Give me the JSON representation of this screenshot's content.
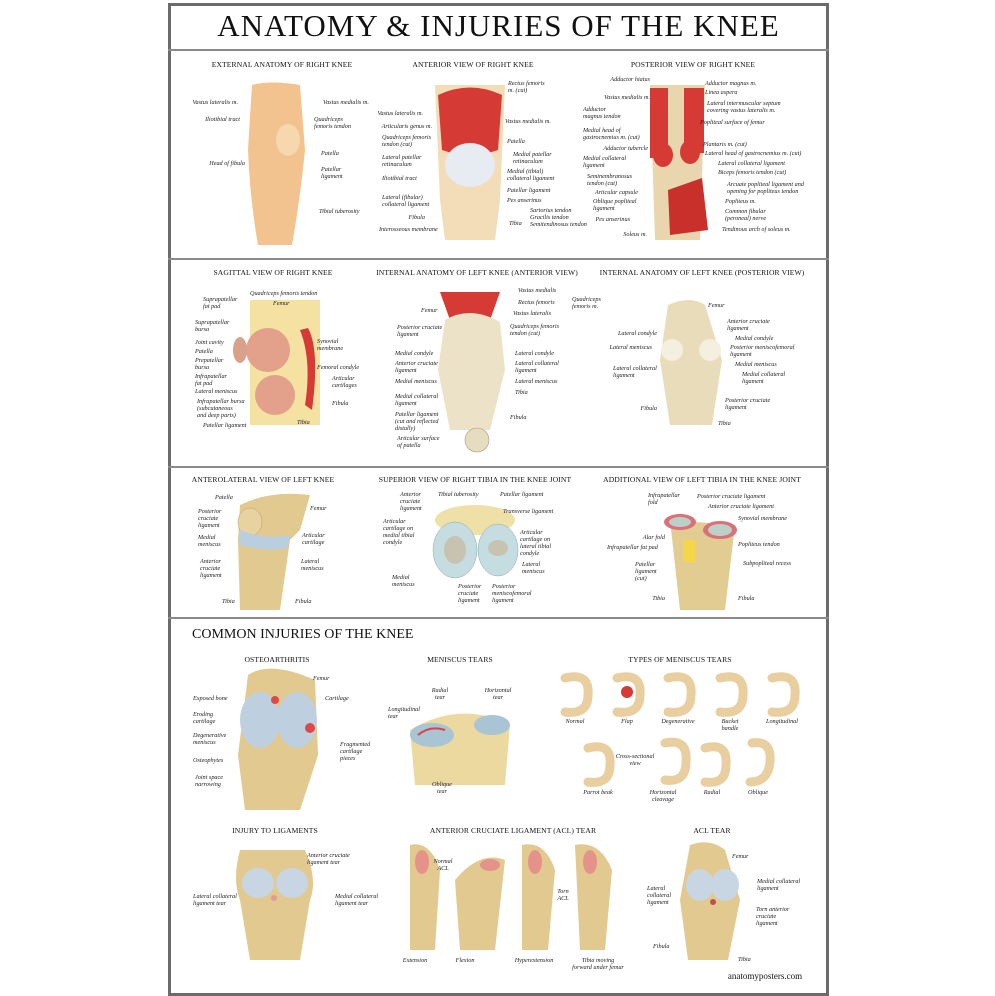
{
  "title": "ANATOMY & INJURIES OF THE KNEE",
  "section_title": "COMMON INJURIES OF THE KNEE",
  "website": "anatomyposters.com",
  "colors": {
    "bone": "#e8d3a0",
    "muscle": "#d63a35",
    "cartilage": "#c9dbe3",
    "skin": "#f2c38e",
    "frame": "#6b6b6b"
  },
  "panels": {
    "external": {
      "title": "EXTERNAL ANATOMY OF RIGHT KNEE",
      "labels": [
        "Vastus lateralis m.",
        "Iliotibial tract",
        "Head of fibula",
        "Vastus medialis m.",
        "Quadriceps\nfemoris tendon",
        "Patella",
        "Patellar\nligament",
        "Tibial tuberosity"
      ]
    },
    "anterior": {
      "title": "ANTERIOR  VIEW OF RIGHT KNEE",
      "labels": [
        "Vastus lateralis m.",
        "Articularis genus m.",
        "Quadriceps femoris\ntendon (cut)",
        "Lateral patellar\nretinaculum",
        "Iliotibial tract",
        "Lateral (fibular)\ncollateral ligament",
        "Fibula",
        "Interosseous membrane",
        "Rectus femoris\nm. (cut)",
        "Vastus medialis m.",
        "Patella",
        "Medial patellar\nretinaculum",
        "Medial (tibial)\ncollateral ligament",
        "Patellar ligament",
        "Pes anserinus",
        "Sartorius tendon\nGracilis tendon\nSemitendinosus tendon",
        "Tibia"
      ]
    },
    "posterior": {
      "title": "POSTERIOR VIEW OF RIGHT KNEE",
      "labels": [
        "Adductor hiatus",
        "Vastus medialis m.",
        "Adductor\nmagnus tendon",
        "Medial head of\ngastrocnemius m. (cut)",
        "Adductor tubercle",
        "Medial collateral\nligament",
        "Seminembranosus\ntendon (cut)",
        "Articular capsule",
        "Oblique popliteal\nligament",
        "Pes anserinus",
        "Soleus m.",
        "Adductor magnus m.",
        "Linea aspera",
        "Lateral intermuscular septum\ncovering vastus lateralis m.",
        "Popliteal surface of femur",
        "Plantaris m. (cut)",
        "Lateral head of gastrocnemius m. (cut)",
        "Lateral  collateral ligament",
        "Biceps femoris tendon (cut)",
        "Arcuate popliteal ligament and\nopening for popliteus tendon",
        "Popliteus m.",
        "Common fibular\n(peroneal) nerve",
        "Tendinous arch of soleus m."
      ]
    },
    "sagittal": {
      "title": "SAGITTAL VIEW OF RIGHT KNEE",
      "labels": [
        "Suprapatellar\nfat pad",
        "Suprapatellar\nbursa",
        "Joint cavity",
        "Patella",
        "Prepatellar\nbursa",
        "Infrapatellar\nfat pad",
        "Lateral meniscus",
        "Infrapatellar bursa\n(subcutaneous\n and deep parts)",
        "Patellar ligament",
        "Quadriceps femoris tendon",
        "Femur",
        "Synovial\nmembrane",
        "Femoral condyle",
        "Articular\ncartilages",
        "Fibula",
        "Tibia"
      ]
    },
    "internal_anterior": {
      "title": "INTERNAL ANATOMY OF LEFT KNEE (ANTERIOR VIEW)",
      "labels": [
        "Vastus medialis",
        "Rectus femoris",
        "Vastus lateralis",
        "Quadriceps\nfemoris m.",
        "Quadriceps femoris\ntendon (cut)",
        "Lateral condyle",
        "Lateral collateral\nligament",
        "Lateral meniscus",
        "Tibia",
        "Fibula",
        "Femur",
        "Posterior cruciate\nligament",
        "Medial condyle",
        "Anterior cruciate\nligament",
        "Medial meniscus",
        "Medial collateral\nligament",
        "Patellar ligament\n(cut and reflected\ndistally)",
        "Articular surface\nof patella"
      ]
    },
    "internal_posterior": {
      "title": "INTERNAL ANATOMY OF LEFT KNEE (POSTERIOR VIEW)",
      "labels": [
        "Femur",
        "Lateral condyle",
        "Lateral meniscus",
        "Lateral collateral\nligament",
        "Fibula",
        "Anterior cruciate\nligament",
        "Medial condyle",
        "Posterior meniscofemoral\nligament",
        "Medial meniscus",
        "Medial collateral\nligament",
        "Posterior cruciate\nligament",
        "Tibia"
      ]
    },
    "anterolateral": {
      "title": "ANTEROLATERAL VIEW OF LEFT KNEE",
      "labels": [
        "Patella",
        "Posterior\ncruciate\nligament",
        "Medial\nmeniscus",
        "Anterior\ncruciate\nligament",
        "Tibia",
        "Femur",
        "Articular\ncartilage",
        "Lateral\nmeniscus",
        "Fibula"
      ]
    },
    "superior_tibia": {
      "title": "SUPERIOR VIEW OF RIGHT TIBIA IN THE KNEE JOINT",
      "labels": [
        "Anterior\ncruciate\nligament",
        "Tibial tuberosity",
        "Patellar ligament",
        "Transverse ligament",
        "Articular\ncartilage on\nmedial tibial\ncondyle",
        "Articular\ncartilage on\nlateral tibial\ncondyle",
        "Lateral\nmeniscus",
        "Medial\nmeniscus",
        "Posterior\ncruciate\nligament",
        "Posterior\nmeniscofemoral\nligament"
      ]
    },
    "additional_tibia": {
      "title": "ADDITIONAL VIEW OF LEFT TIBIA IN THE KNEE JOINT",
      "labels": [
        "Infrapatellar\nfold",
        "Posterior cruciate ligament",
        "Anterior cruciate ligament",
        "Synovial membrane",
        "Alar fold",
        "Infrapatellar fat pad",
        "Popliteus tendon",
        "Patellar\nligament\n(cut)",
        "Subpopliteal recess",
        "Tibia",
        "Fibula"
      ]
    },
    "osteoarthritis": {
      "title": "OSTEOARTHRITIS",
      "labels": [
        "Femur",
        "Exposed bone",
        "Cartilage",
        "Eroding\ncartilage",
        "Degenerative\nmeniscus",
        "Osteophytes",
        "Fragmented\ncartilage\npieces",
        "Joint space\nnarrowing"
      ]
    },
    "meniscus_tears": {
      "title": "MENISCUS TEARS",
      "labels": [
        "Radial\ntear",
        "Horizontal\ntear",
        "Longitudinal\ntear",
        "Oblique\ntear"
      ]
    },
    "types_meniscus": {
      "title": "TYPES OF MENISCUS TEARS",
      "labels": [
        "Normal",
        "Flap",
        "Degenerative",
        "Bucket\nhandle",
        "Longitudinal",
        "Parrot beak",
        "Horizontal\ncleavage",
        "Radial",
        "Oblique",
        "Cross-sectional\nview"
      ]
    },
    "ligament_injury": {
      "title": "INJURY TO LIGAMENTS",
      "labels": [
        "Anterior cruciate\nligament tear",
        "Lateral collateral\nligament tear",
        "Medial collateral\nligament tear"
      ]
    },
    "acl_tear_series": {
      "title": "ANTERIOR CRUCIATE LIGAMENT (ACL) TEAR",
      "labels": [
        "Normal\nACL",
        "Torn\nACL",
        "Extension",
        "Flexion",
        "Hyperextension",
        "Tibia moving\nforward under femur"
      ]
    },
    "acl_tear": {
      "title": "ACL TEAR",
      "labels": [
        "Femur",
        "Medial collateral\nligament",
        "Lateral\ncollateral\nligament",
        "Torn anterior\ncruciate\nligament",
        "Fibula",
        "Tibia"
      ]
    }
  }
}
